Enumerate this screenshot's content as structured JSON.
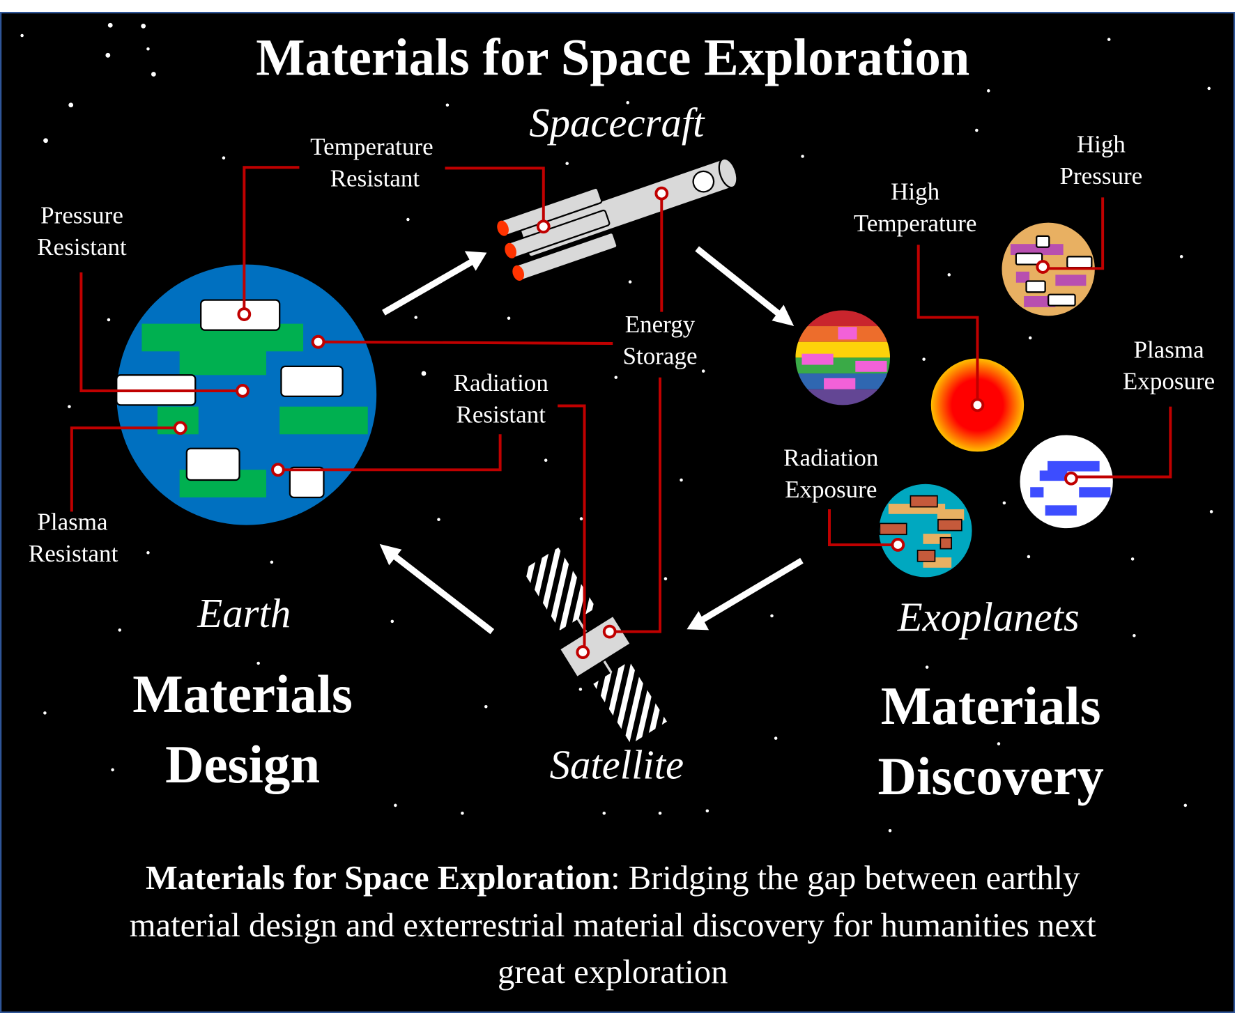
{
  "title": "Materials for Space Exploration",
  "nodes": {
    "spacecraft": "Spacecraft",
    "earth": "Earth",
    "satellite": "Satellite",
    "exoplanets": "Exoplanets"
  },
  "sections": {
    "design": [
      "Materials",
      "Design"
    ],
    "discovery": [
      "Materials",
      "Discovery"
    ]
  },
  "callouts": {
    "temperature_resistant": [
      "Temperature",
      "Resistant"
    ],
    "pressure_resistant": [
      "Pressure",
      "Resistant"
    ],
    "plasma_resistant": [
      "Plasma",
      "Resistant"
    ],
    "energy_storage": [
      "Energy",
      "Storage"
    ],
    "radiation_resistant": [
      "Radiation",
      "Resistant"
    ],
    "high_temperature": [
      "High",
      "Temperature"
    ],
    "high_pressure": [
      "High",
      "Pressure"
    ],
    "plasma_exposure": [
      "Plasma",
      "Exposure"
    ],
    "radiation_exposure": [
      "Radiation",
      "Exposure"
    ]
  },
  "caption": {
    "bold": "Materials for Space Exploration",
    "line1_rest": ": Bridging the gap between earthly",
    "line2": "material design and exterrestrial material discovery for humanities next",
    "line3": "great exploration"
  },
  "colors": {
    "background": "#000000",
    "callout": "#c00000",
    "earth_ocean": "#0070c0",
    "earth_land": "#00b050"
  }
}
